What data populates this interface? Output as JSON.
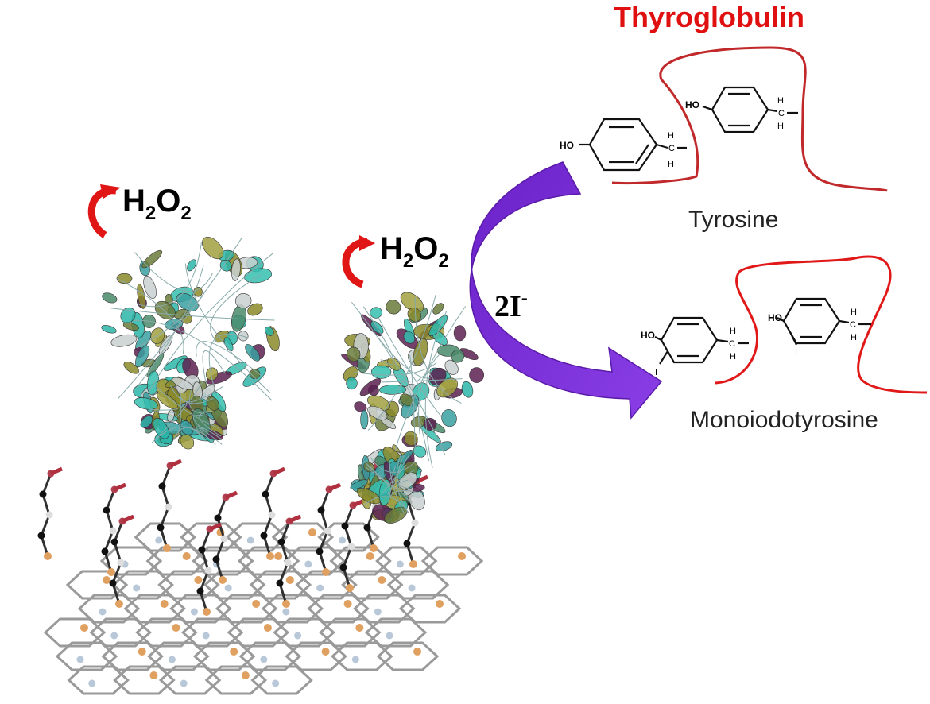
{
  "labels": {
    "title": "Thyroglobulin",
    "h2o2_left": {
      "main1": "H",
      "sub1": "2",
      "main2": "O",
      "sub2": "2"
    },
    "h2o2_right": {
      "main1": "H",
      "sub1": "2",
      "main2": "O",
      "sub2": "2"
    },
    "iodide": {
      "main": "2I",
      "sup": "-"
    },
    "tyrosine": "Tyrosine",
    "monoiodotyrosine": "Monoiodotyrosine"
  },
  "atoms": {
    "ho": "HO",
    "h": "H",
    "c": "C",
    "i": "I"
  },
  "colors": {
    "title": "#e01010",
    "arrow_red": "#e01515",
    "purple_arrow": "#7b2fd6",
    "chain_red": "#c0282a",
    "chain_red_bright": "#e01818",
    "graphene": "#9a9a9a",
    "protein_cyan": "#2bb5a8",
    "protein_olive": "#8a8a2a"
  }
}
